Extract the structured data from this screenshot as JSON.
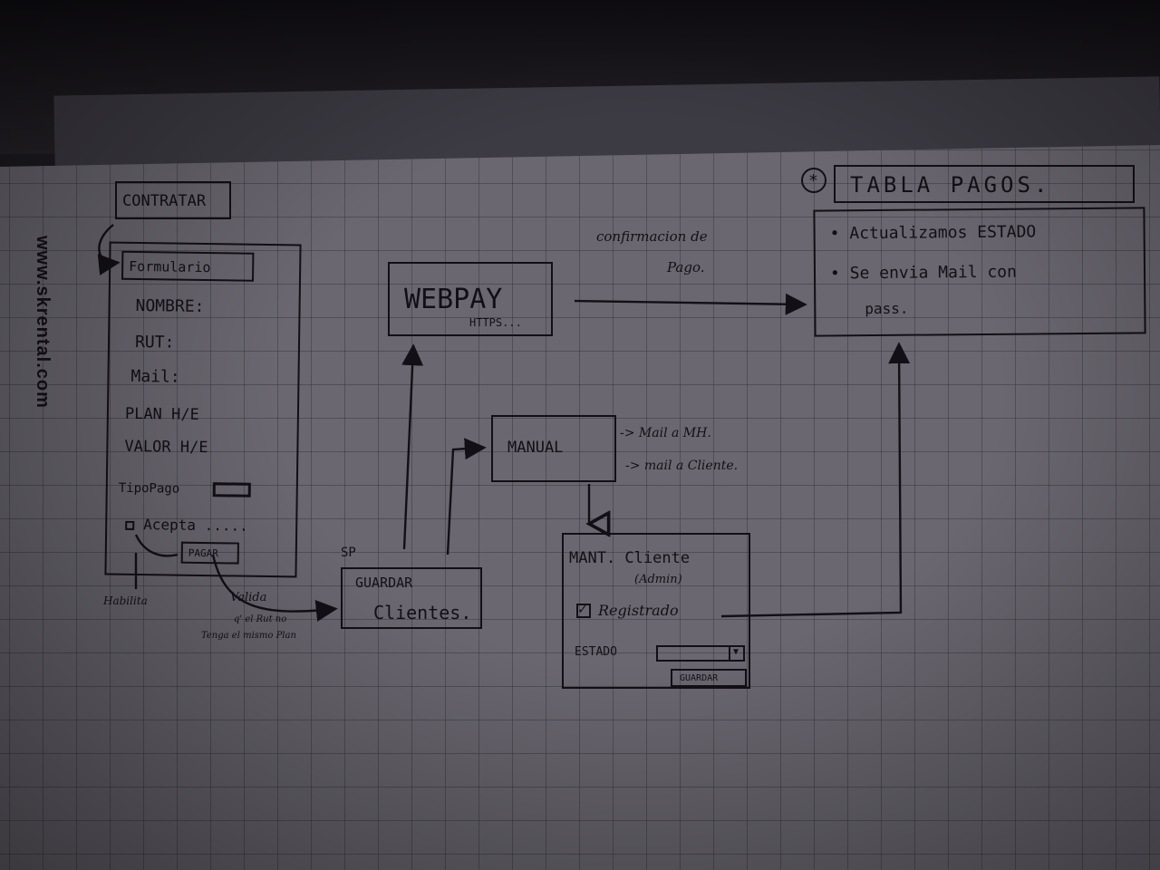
{
  "watermark": "www.skrental.com",
  "contratar": {
    "title": "CONTRATAR"
  },
  "formulario": {
    "header": "Formulario",
    "fields": [
      "NOMBRE:",
      "RUT:",
      "Mail:",
      "PLAN H/E",
      "VALOR H/E"
    ],
    "tipo_pago_label": "TipoPago",
    "accept_label": "Acepta .....",
    "pagar_button": "PAGAR",
    "habilita_note": "Habilita"
  },
  "webpay": {
    "title": "WEBPAY",
    "subtitle": "HTTPS..."
  },
  "confirmacion": {
    "line1": "confirmacion de",
    "line2": "Pago."
  },
  "tabla_pagos": {
    "marker": "*",
    "title": "TABLA PAGOS.",
    "bullets": [
      "Actualizamos ESTADO",
      "Se envia Mail con",
      "pass."
    ]
  },
  "manual": {
    "title": "MANUAL",
    "notes": [
      "-> Mail a MH.",
      "-> mail a Cliente."
    ]
  },
  "sp": {
    "label": "SP",
    "line1": "GUARDAR",
    "line2": "Clientes."
  },
  "valida_note": {
    "line1": "Valida",
    "line2": "q' el Rut no",
    "line3": "Tenga el mismo Plan"
  },
  "mant_cliente": {
    "title": "MANT. Cliente",
    "subtitle": "(Admin)",
    "checkbox_label": "Registrado",
    "estado_label": "ESTADO",
    "guardar_button": "GUARDAR"
  },
  "colors": {
    "ink": "#121016",
    "paper": "#6a6770",
    "grid": "#3a3840"
  }
}
